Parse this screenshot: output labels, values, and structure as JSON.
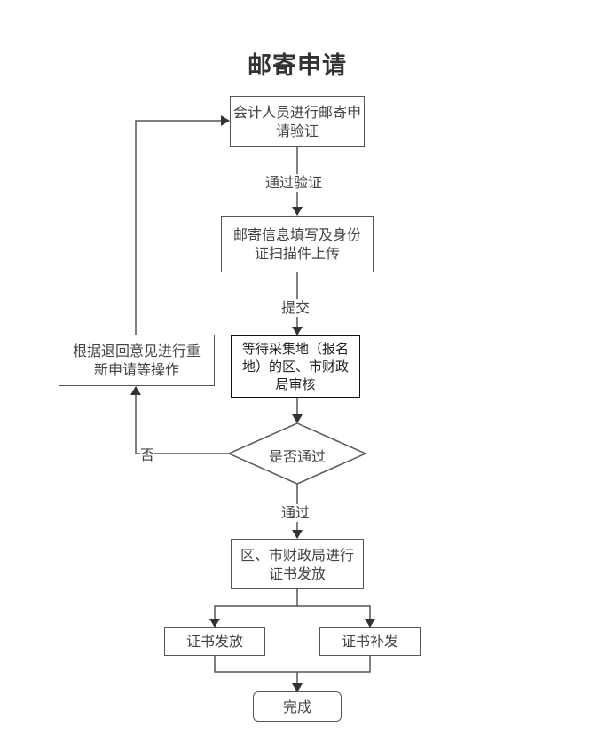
{
  "title": "邮寄申请",
  "nodes": {
    "verify": "会计人员进行邮寄申请验证",
    "fill_info": "邮寄信息填写及身份证扫描件上传",
    "await_review": "等待采集地（报名地）的区、市财政局审核",
    "decision": "是否通过",
    "reapply": "根据退回意见进行重新申请等操作",
    "issue_cert": "区、市财政局进行证书发放",
    "cert_issue": "证书发放",
    "cert_reissue": "证书补发",
    "done": "完成"
  },
  "edge_labels": {
    "passed_verification": "通过验证",
    "submit": "提交",
    "no": "否",
    "pass": "通过"
  }
}
